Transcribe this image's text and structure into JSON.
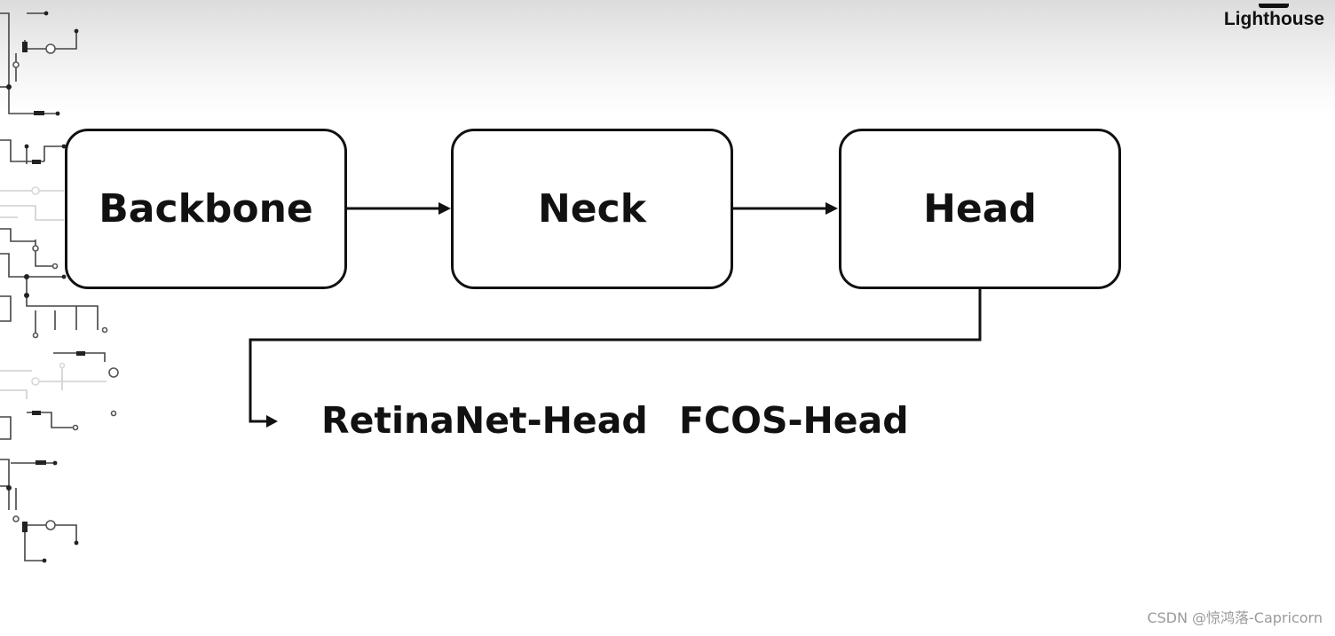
{
  "diagram": {
    "nodes": [
      {
        "id": "backbone",
        "label": "Backbone"
      },
      {
        "id": "neck",
        "label": "Neck"
      },
      {
        "id": "head",
        "label": "Head"
      }
    ],
    "edges": [
      {
        "from": "backbone",
        "to": "neck"
      },
      {
        "from": "neck",
        "to": "head"
      },
      {
        "from": "head",
        "to": "head-variants"
      }
    ],
    "head_variants": [
      "RetinaNet-Head",
      "FCOS-Head"
    ]
  },
  "branding": {
    "logo_text": "Lighthouse"
  },
  "watermark": "CSDN @惊鸿落-Capricorn",
  "colors": {
    "stroke": "#111111",
    "background": "#ffffff",
    "watermark": "#9a9a9a"
  }
}
